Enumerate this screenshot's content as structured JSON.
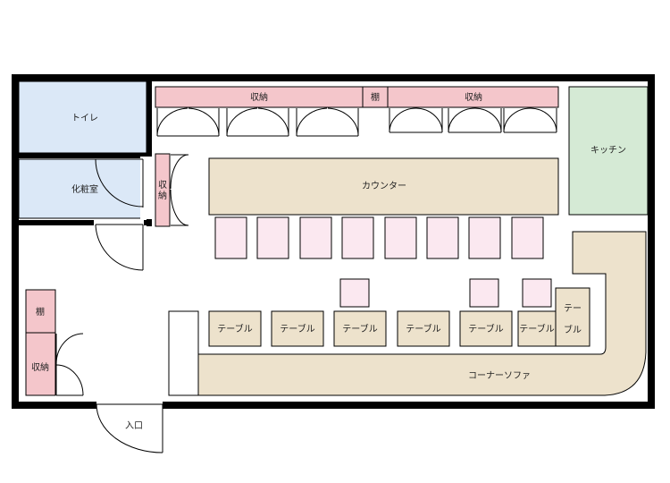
{
  "rooms": {
    "toilet": "トイレ",
    "powder_room": "化粧室",
    "kitchen": "キッチン",
    "entrance": "入口"
  },
  "storage": {
    "top_left": "収納",
    "top_shelf": "棚",
    "top_right": "収納",
    "side": "収",
    "side2": "納",
    "left_shelf": "棚",
    "left_storage": "収納"
  },
  "furniture": {
    "counter": "カウンター",
    "table": "テーブル",
    "table_vertical_1": "テー",
    "table_vertical_2": "ブル",
    "corner_sofa": "コーナーソファ"
  },
  "colors": {
    "wall": "#000000",
    "wet_room": "#dbe8f7",
    "kitchen": "#d5ead5",
    "storage": "#f4c6cb",
    "furniture": "#ede2cc",
    "chair": "#fbe8f0"
  }
}
